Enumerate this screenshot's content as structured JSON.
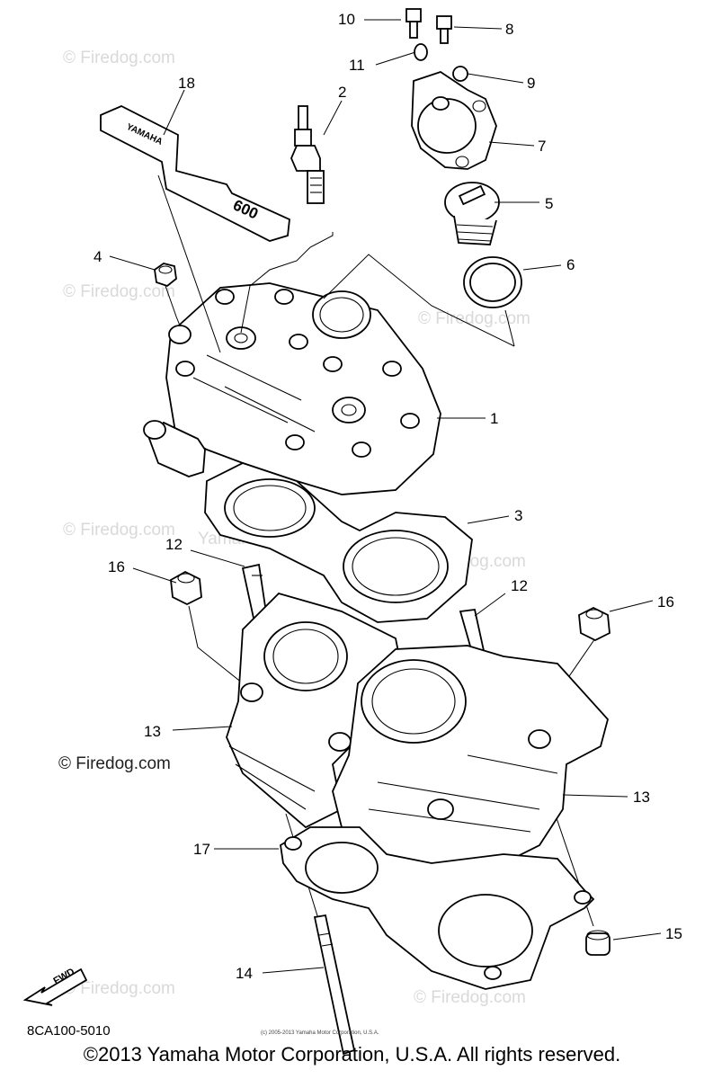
{
  "watermark_text": "© Firedog.com",
  "center_watermark": "Yamaha Motor Corporation, U.S.A.",
  "logo_strip_text": "YAMAHA",
  "logo_strip_number": "600",
  "fwd_label": "FWD",
  "diagram_code": "8CA100-5010",
  "small_credit": "(c) 2005-2013 Yamaha Motor Corporation, U.S.A.",
  "copyright": "©2013 Yamaha Motor Corporation, U.S.A. All rights reserved.",
  "callouts": {
    "c1": "1",
    "c2": "2",
    "c3": "3",
    "c4": "4",
    "c5": "5",
    "c6": "6",
    "c7": "7",
    "c8": "8",
    "c9": "9",
    "c10": "10",
    "c11": "11",
    "c12a": "12",
    "c12b": "12",
    "c13a": "13",
    "c13b": "13",
    "c14": "14",
    "c15": "15",
    "c16a": "16",
    "c16b": "16",
    "c17": "17",
    "c18": "18"
  }
}
